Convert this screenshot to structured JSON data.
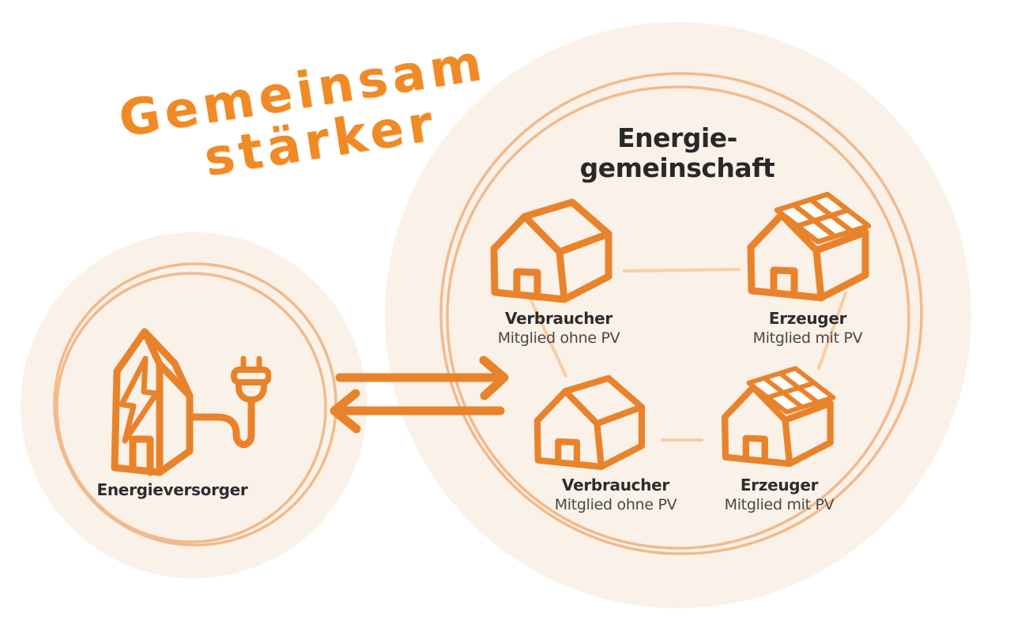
{
  "headline": {
    "line1": "Gemeinsam",
    "line2": "stärker"
  },
  "community": {
    "title_line1": "Energie-",
    "title_line2": "gemeinschaft",
    "members": [
      {
        "name": "Verbraucher",
        "subtitle": "Mitglied ohne PV",
        "icon": "house-icon",
        "position": "top-left"
      },
      {
        "name": "Erzeuger",
        "subtitle": "Mitglied mit PV",
        "icon": "house-pv-icon",
        "position": "top-right"
      },
      {
        "name": "Verbraucher",
        "subtitle": "Mitglied ohne PV",
        "icon": "house-icon",
        "position": "bottom-left"
      },
      {
        "name": "Erzeuger",
        "subtitle": "Mitglied mit PV",
        "icon": "house-pv-icon",
        "position": "bottom-right"
      }
    ]
  },
  "provider": {
    "name": "Energieversorger",
    "icon": "power-plant-plug-icon"
  },
  "exchange": {
    "icons": [
      "arrow-right-icon",
      "arrow-left-icon"
    ]
  },
  "colors": {
    "accent_orange": "#E8832C",
    "headline_orange": "#EF8A25",
    "ring_orange": "#F1BA8C",
    "connector_orange": "#F5CFA8",
    "disc_fill": "#FAF1E8",
    "text_dark": "#2D2D30",
    "text_gray": "#47474B"
  }
}
